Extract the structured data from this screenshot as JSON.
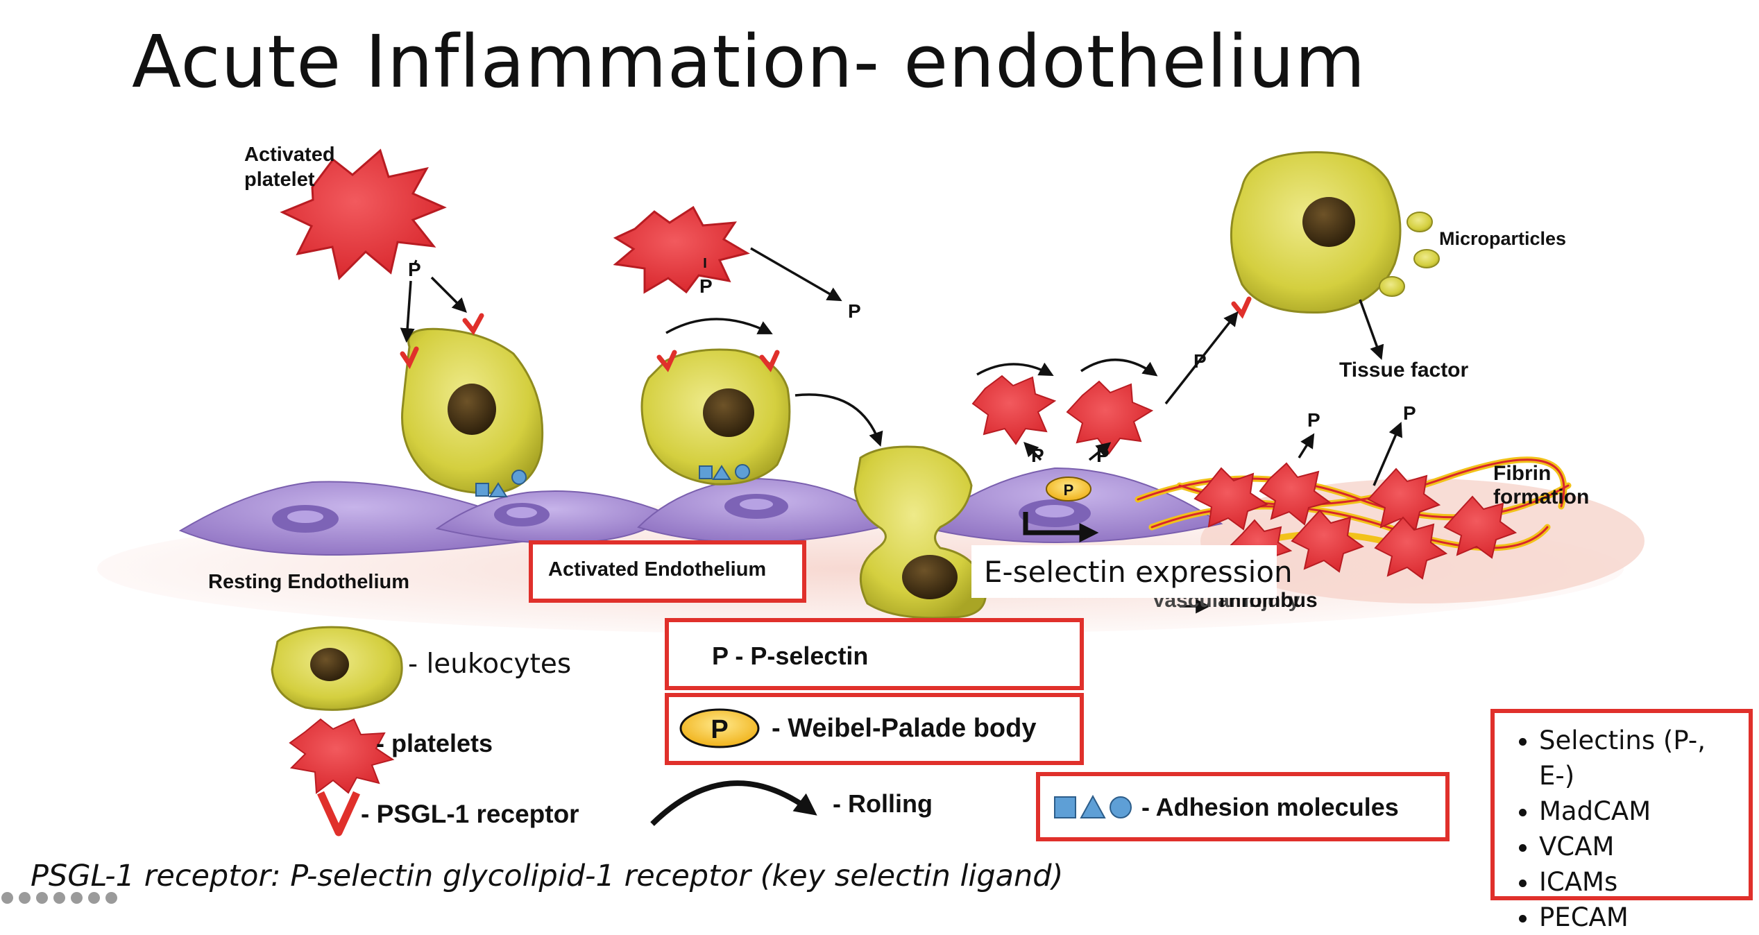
{
  "slide": {
    "title": "Acute Inflammation- endothelium",
    "caption": "PSGL-1 receptor: P-selectin glycolipid-1 receptor (key selectin ligand)"
  },
  "diagram": {
    "labels": {
      "activated_platelet": "Activated platelet",
      "resting_endothelium": "Resting Endothelium",
      "activated_endothelium": "Activated Endothelium",
      "e_selectin_expression": "E-selectin expression",
      "vascular_injury": "Vascular injury",
      "thrombus": "Thrombus",
      "microparticles": "Microparticles",
      "tissue_factor": "Tissue factor",
      "fibrin_formation": "Fibrin formation",
      "p": "P"
    }
  },
  "legend": {
    "leukocytes": "-  leukocytes",
    "platelets": "- platelets",
    "psgl1": "- PSGL-1 receptor",
    "rolling": "- Rolling",
    "p_selectin": "P - P-selectin",
    "weibel_palade": "- Weibel-Palade body",
    "adhesion": "- Adhesion molecules"
  },
  "molecule_list": [
    "Selectins (P-, E-)",
    "MadCAM",
    "VCAM",
    "ICAMs",
    "PECAM"
  ],
  "colors": {
    "highlight_box": "#e0302b",
    "platelet": "#e8343a",
    "leukocyte": "#d7d348",
    "nucleus": "#4a3418",
    "endothelium": "#a98ed4",
    "fibrin": "#f2c21a"
  }
}
